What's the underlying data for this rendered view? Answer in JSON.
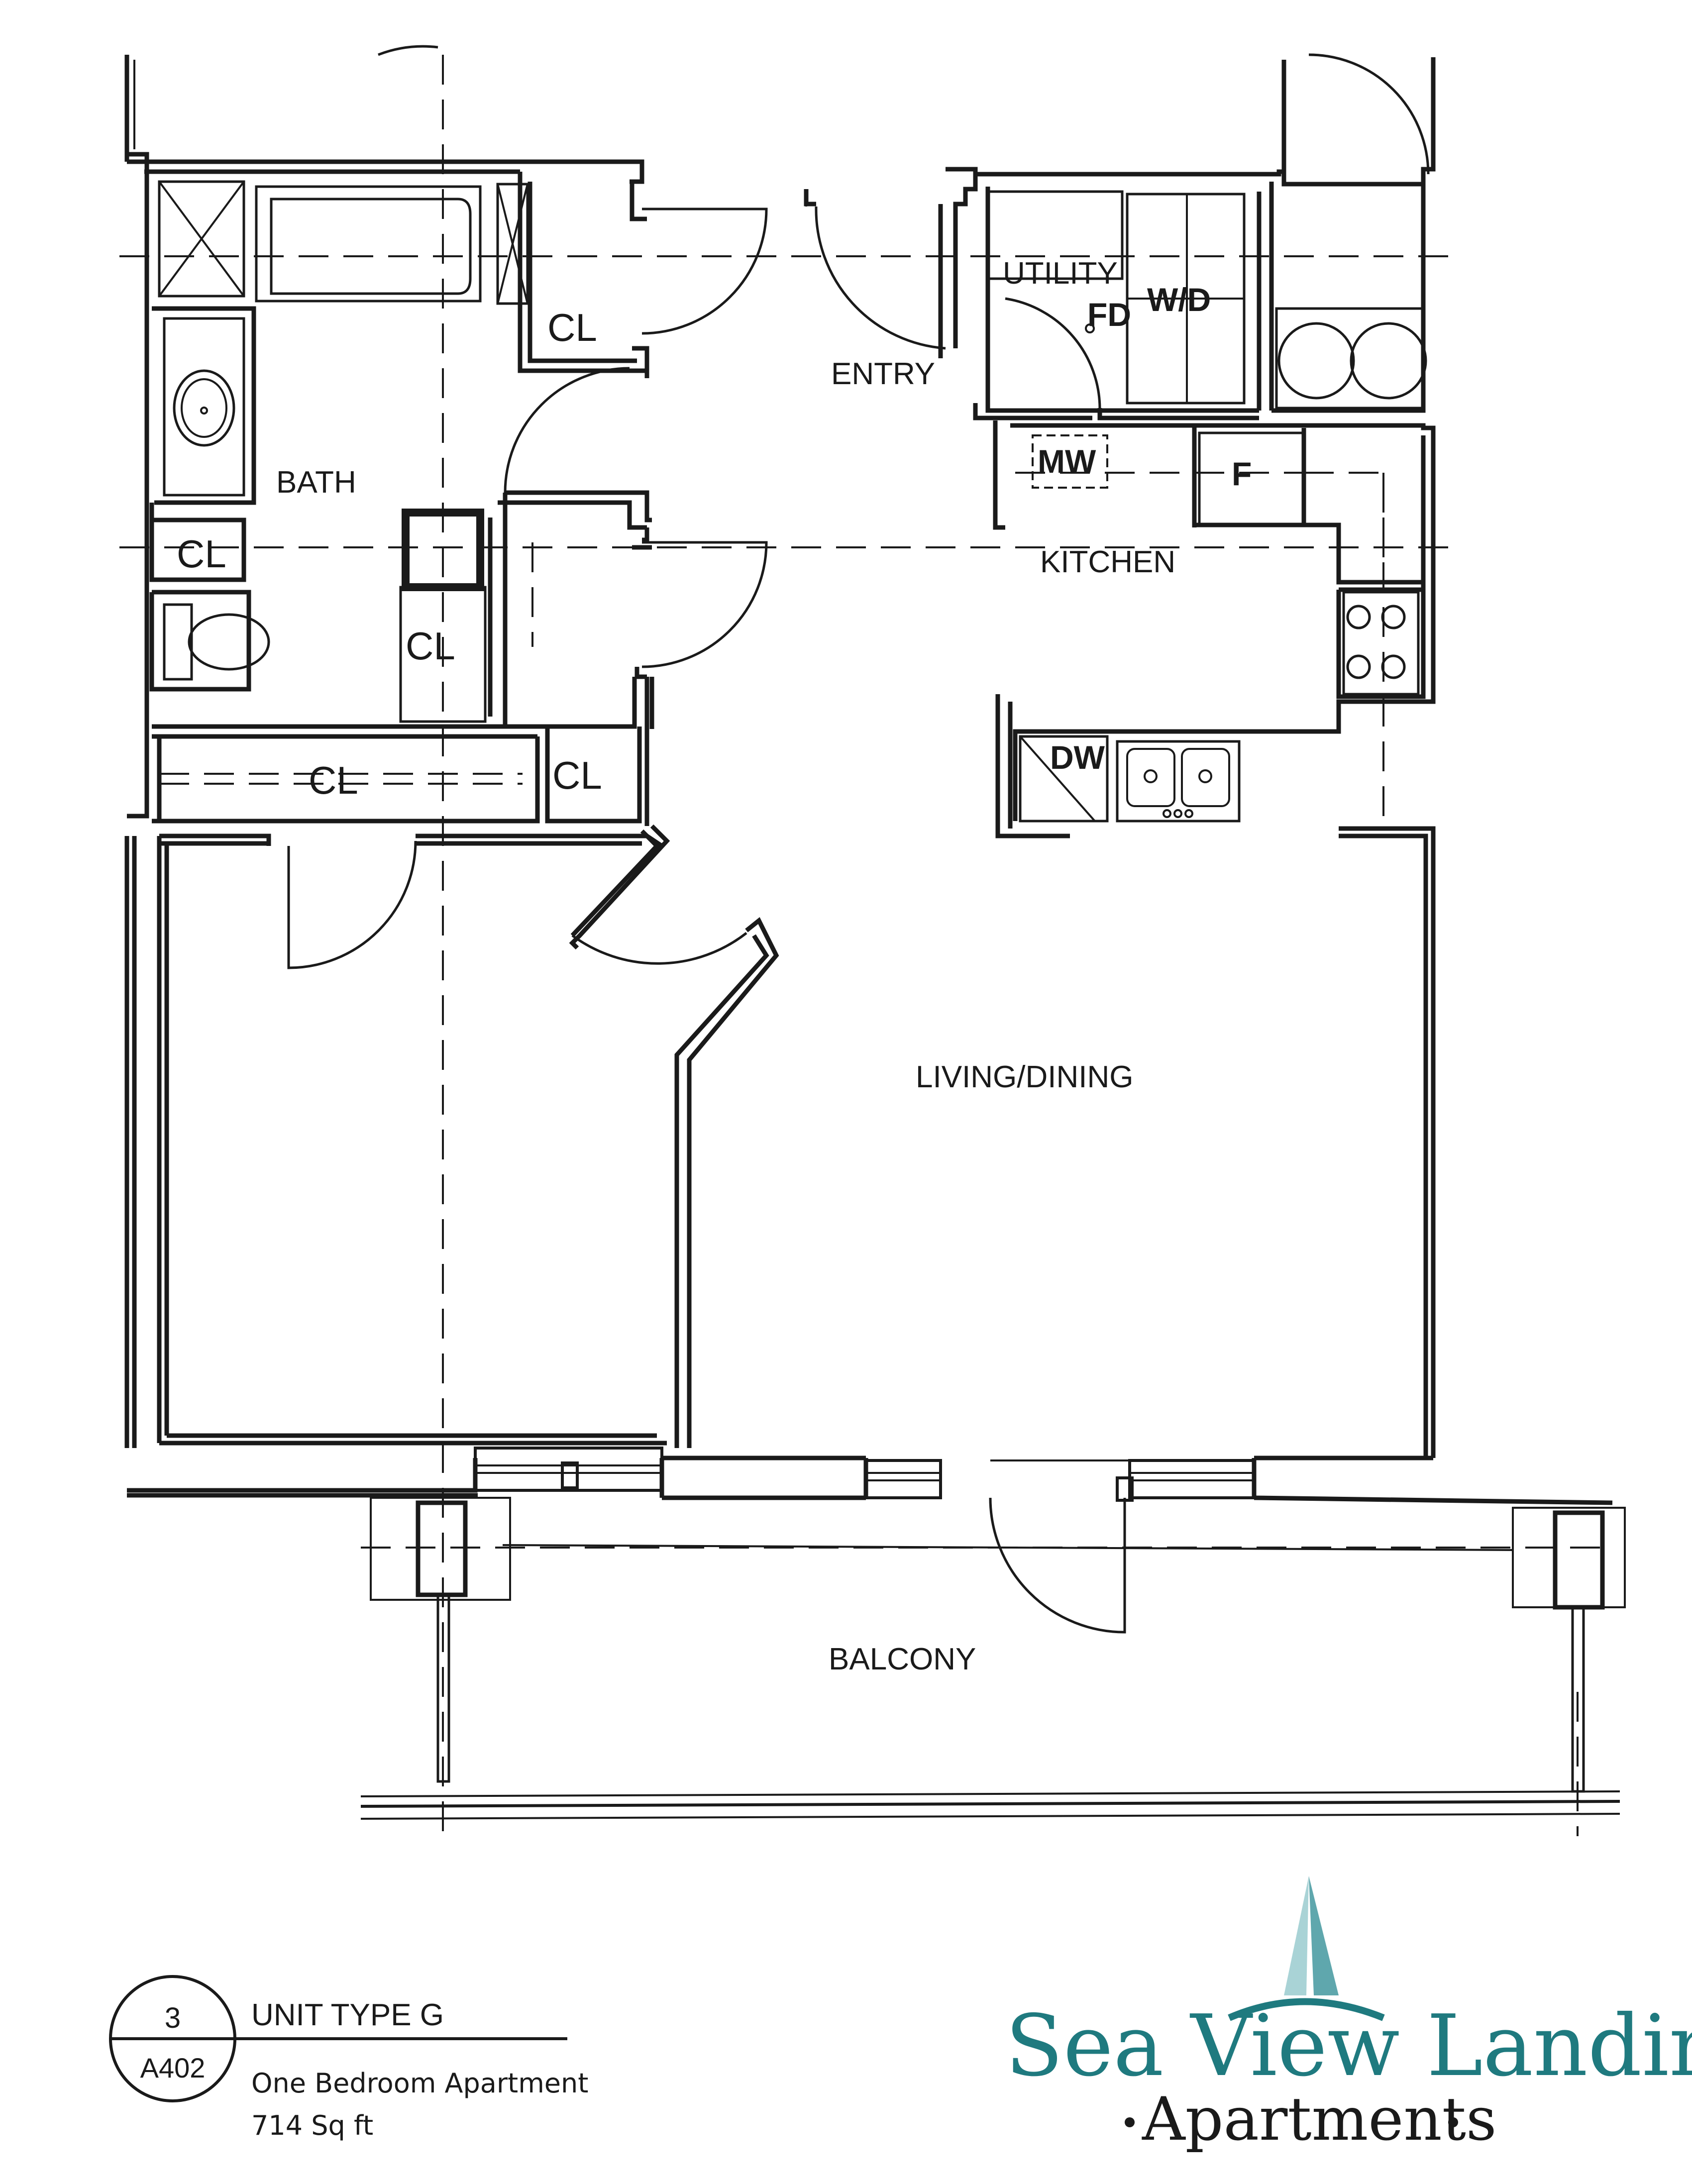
{
  "rooms": {
    "entry": "ENTRY",
    "utility": "UTILITY",
    "bath": "BATH",
    "kitchen": "KITCHEN",
    "living_dining": "LIVING/DINING",
    "balcony": "BALCONY"
  },
  "closets": {
    "cl_1": "CL",
    "cl_2": "CL",
    "cl_3": "CL",
    "cl_4": "CL",
    "cl_5": "CL"
  },
  "fixtures": {
    "floor_drain": "FD",
    "washer_dryer": "W/D",
    "microwave": "MW",
    "fridge": "F",
    "dishwasher": "DW"
  },
  "title_block": {
    "detail_number": "3",
    "sheet_number": "A402",
    "unit_type": "UNIT TYPE G",
    "description": "One Bedroom Apartment",
    "area": "714 Sq ft"
  },
  "logo": {
    "name": "Sea View Landing",
    "subtitle": "Apartments",
    "colors": {
      "teal": "#1f7a7f",
      "sail_light": "#a9d3d6",
      "sail_mid": "#5fa7ad",
      "ink": "#1a1a1a"
    }
  }
}
